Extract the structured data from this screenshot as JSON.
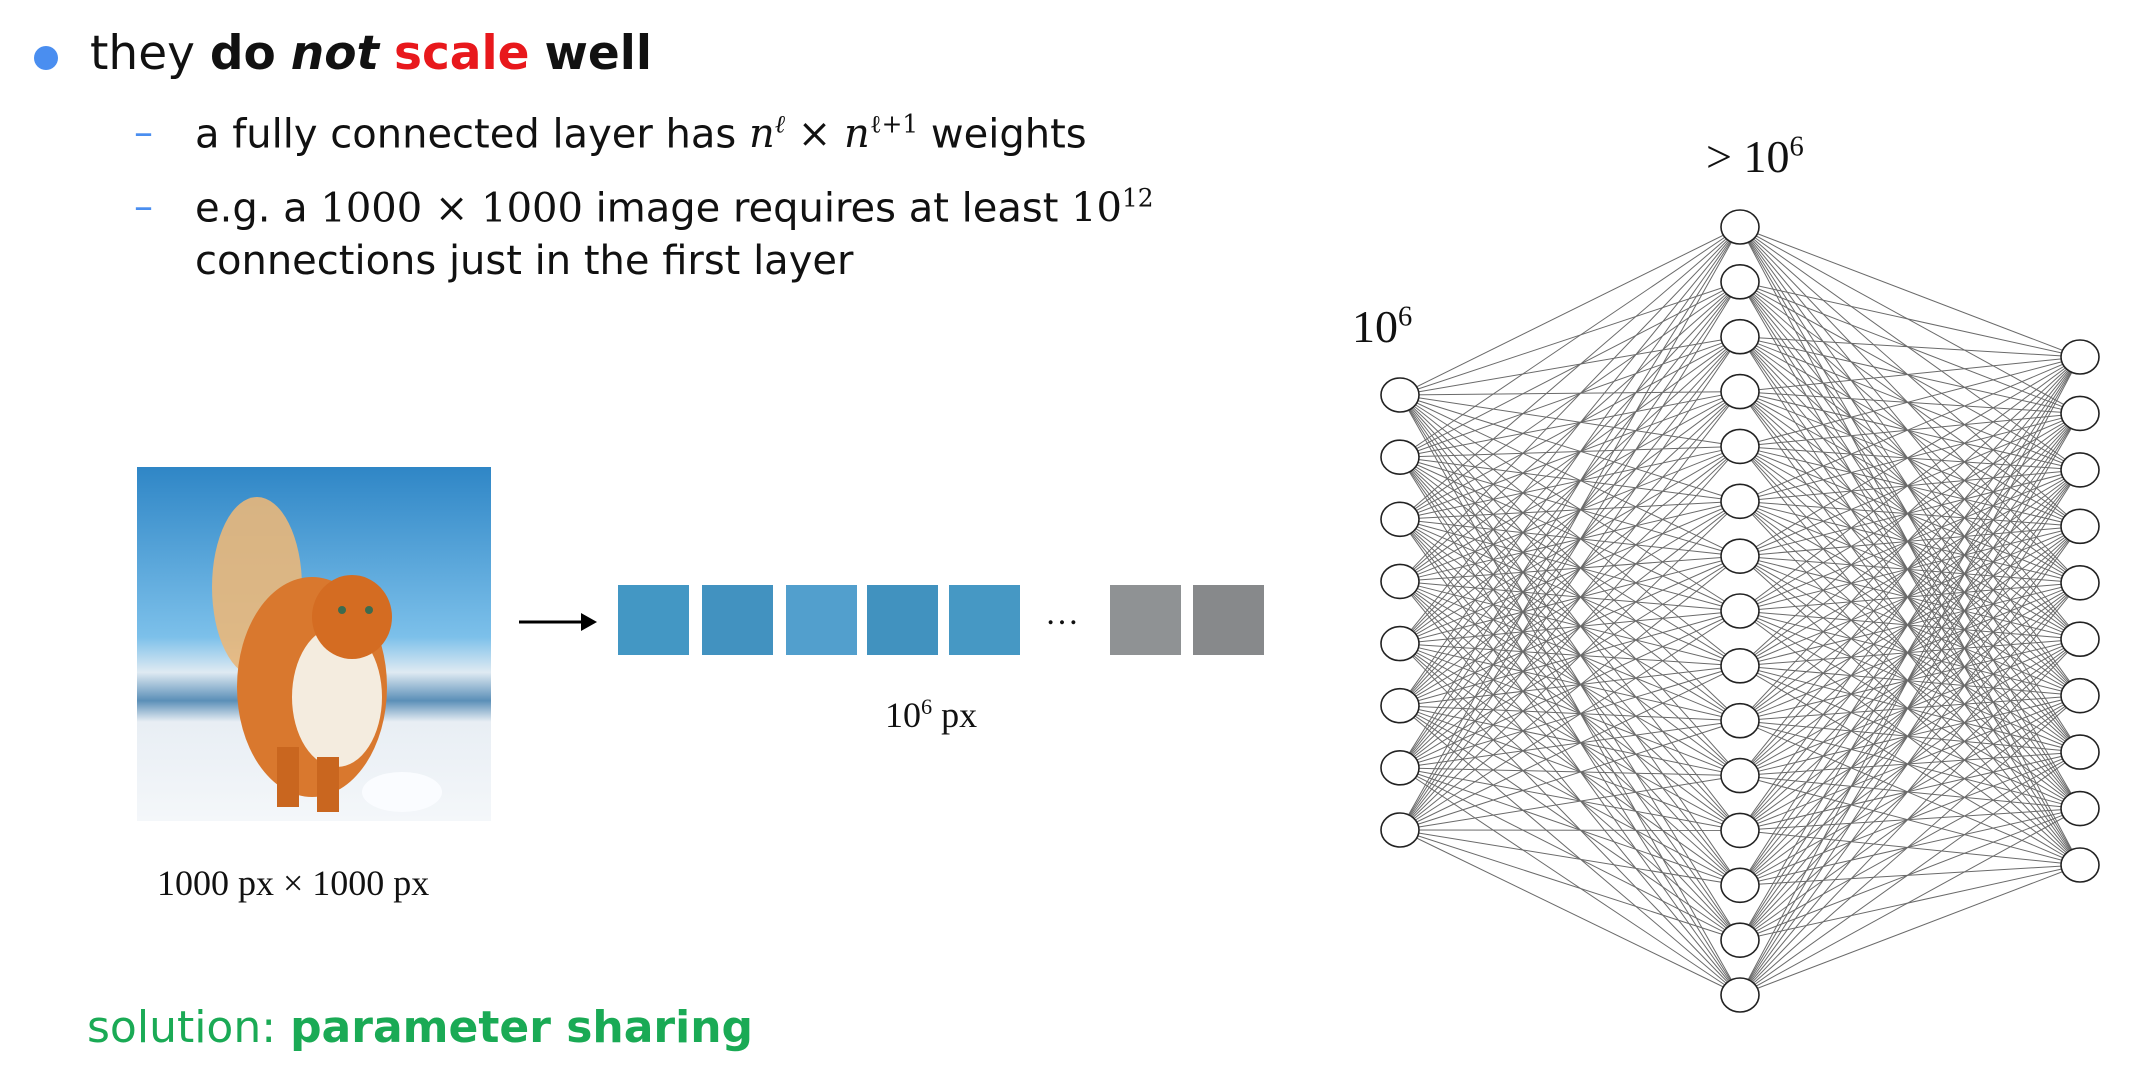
{
  "bullet": {
    "pre": "they",
    "do": "do",
    "not": "not",
    "scale": "scale",
    "well": "well"
  },
  "sub1": {
    "text": "a fully connected layer has",
    "n": "n",
    "ell": "ℓ",
    "times": "×",
    "ell_plus": "ℓ+1",
    "after": "weights"
  },
  "sub2": {
    "line1": "e.g. a",
    "dims": "1000 × 1000",
    "mid": "image requires at least",
    "base": "10",
    "exp": "12",
    "line2": "connections just in the first layer"
  },
  "image_caption": "1000 px × 1000 px",
  "vector": {
    "ellipsis": "…",
    "label_base": "10",
    "label_exp": "6",
    "label_unit": "px"
  },
  "network": {
    "input_label_base": "10",
    "input_label_exp": "6",
    "hidden_label_prefix": "> 10",
    "hidden_label_exp": "6",
    "layers": [
      8,
      15,
      10
    ]
  },
  "colors": {
    "blue_blocks": [
      "#4397c4",
      "#4292c0",
      "#529fcd",
      "#4192bf",
      "#4698c4"
    ],
    "gray_blocks": [
      "#8f9294",
      "#87898b"
    ],
    "accent": "#4a8ef0",
    "red": "#e8181c",
    "green": "#1aaa55"
  },
  "solution": {
    "label": "solution:",
    "value": "parameter sharing"
  }
}
